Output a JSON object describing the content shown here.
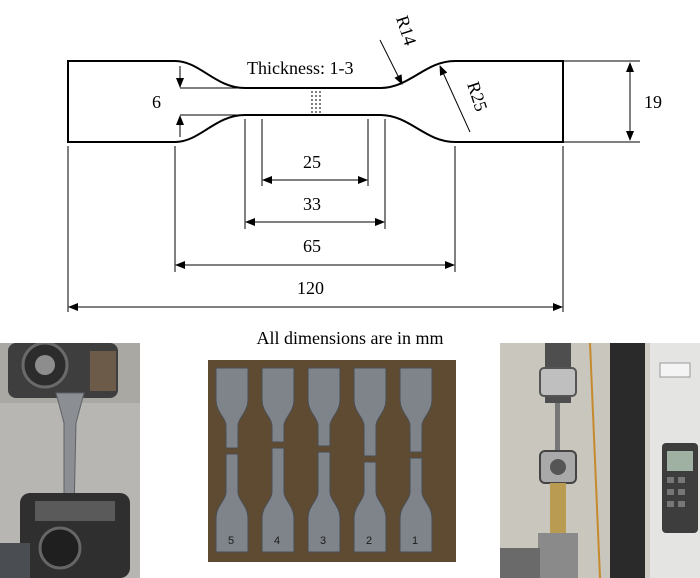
{
  "drawing": {
    "thickness_label": "Thickness: 1-3",
    "dims": {
      "gauge_width": "6",
      "overall_width": "19",
      "gauge_length": "25",
      "parallel_length": "33",
      "grip_distance": "65",
      "overall_length": "120",
      "radius_small": "R14",
      "radius_large": "R25"
    }
  },
  "caption": "All dimensions are in mm",
  "photos": {
    "middle_specimen_marks": [
      "5",
      "4",
      "3",
      "2",
      "1"
    ]
  }
}
